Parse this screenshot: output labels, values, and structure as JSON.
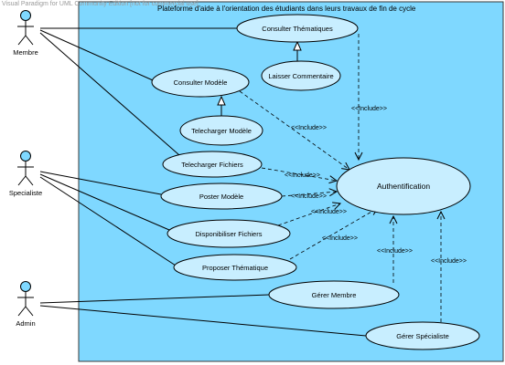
{
  "watermark": "Visual Paradigm for UML Community Edition [not for commercial use]",
  "system_title": "Plateforme d'aide à l'orientation des étudiants dans leurs travaux de fin de cycle",
  "actors": [
    {
      "id": "membre",
      "label": "Membre"
    },
    {
      "id": "specialiste",
      "label": "Specialiste"
    },
    {
      "id": "admin",
      "label": "Admin"
    }
  ],
  "use_cases": [
    {
      "id": "consulter-thematiques",
      "label": "Consulter Thématiques"
    },
    {
      "id": "laisser-commentaire",
      "label": "Laisser Commentaire"
    },
    {
      "id": "consulter-modele",
      "label": "Consulter Modèle"
    },
    {
      "id": "telecharger-modele",
      "label": "Telecharger Modèle"
    },
    {
      "id": "telecharger-fichiers",
      "label": "Telecharger Fichiers"
    },
    {
      "id": "poster-modele",
      "label": "Poster Modèle"
    },
    {
      "id": "disponibiliser-fichiers",
      "label": "Disponibiliser Fichiers"
    },
    {
      "id": "proposer-thematique",
      "label": "Proposer Thématique"
    },
    {
      "id": "gerer-membre",
      "label": "Gérer Membre"
    },
    {
      "id": "gerer-specialiste",
      "label": "Gérer Spécialiste"
    },
    {
      "id": "authentification",
      "label": "Authentification"
    }
  ],
  "include_label": "<<Include>>",
  "colors": {
    "system_fill": "#7fd8ff",
    "usecase_fill": "#c8eeff",
    "actor_head": "#7fd8ff",
    "stroke": "#000000"
  }
}
